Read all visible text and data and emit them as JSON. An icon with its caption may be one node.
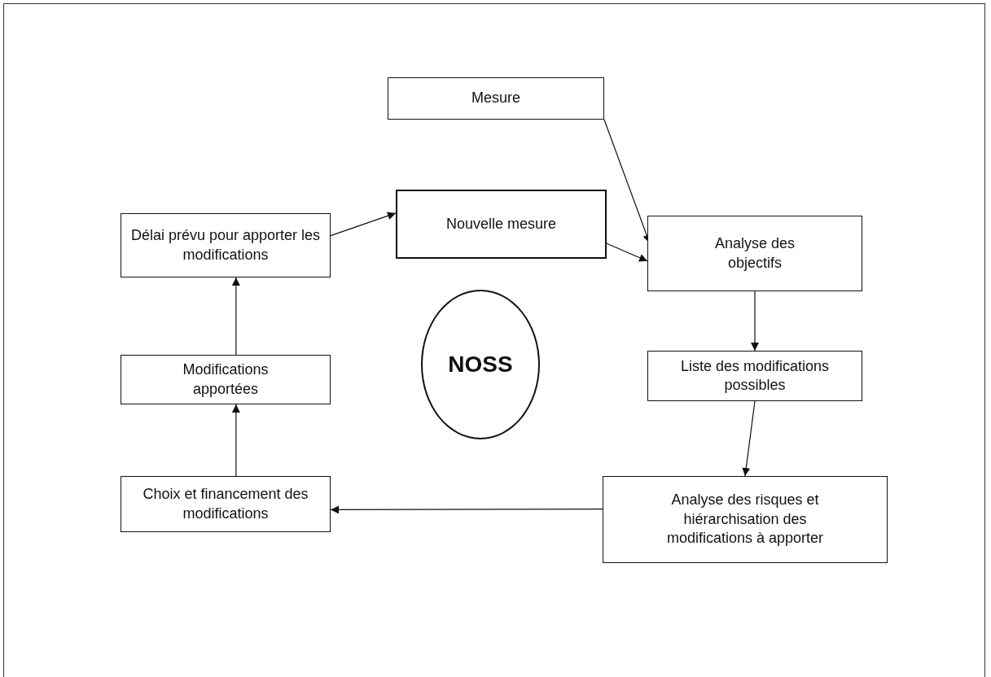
{
  "diagram": {
    "nodes": [
      {
        "text": [
          "Mesure"
        ]
      },
      {
        "text": [
          "Nouvelle mesure"
        ]
      },
      {
        "text": [
          "Délai prévu pour apporter les modifications"
        ]
      },
      {
        "text": [
          "Analyse des objectifs"
        ]
      },
      {
        "text": [
          "NOSS"
        ]
      },
      {
        "text": [
          "Liste des modifications possibles"
        ]
      },
      {
        "text": [
          "Modifications apportées"
        ]
      },
      {
        "text": [
          "Choix et financement des modifications"
        ]
      },
      {
        "text": [
          "Analyse des risques et hiérarchisation des modifications à apporter"
        ]
      }
    ],
    "edges": [
      {
        "from": 0,
        "to": 3,
        "arrow": "to"
      },
      {
        "from": 1,
        "to": 3,
        "arrow": "to"
      },
      {
        "from": 2,
        "to": 1,
        "arrow": "to"
      },
      {
        "from": 3,
        "to": 5,
        "arrow": "to"
      },
      {
        "from": 5,
        "to": 8,
        "arrow": "to"
      },
      {
        "from": 8,
        "to": 7,
        "arrow": "to"
      },
      {
        "from": 7,
        "to": 6,
        "arrow": "to"
      },
      {
        "from": 6,
        "to": 2,
        "arrow": "to"
      }
    ]
  }
}
